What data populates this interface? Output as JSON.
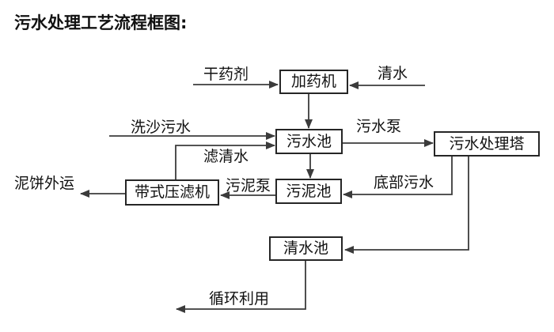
{
  "title": "污水处理工艺流程框图:",
  "colors": {
    "background": "#ffffff",
    "line": "#3b3b3b",
    "box_border": "#262626",
    "text": "#111111"
  },
  "nodes": {
    "dosing_machine": "加药机",
    "sewage_pool": "污水池",
    "treatment_tower": "污水处理塔",
    "sludge_pool": "污泥池",
    "belt_filter_press": "带式压滤机",
    "clean_water_pool": "清水池"
  },
  "flow_labels": {
    "dry_agent": "干药剂",
    "clean_water": "清水",
    "sand_washing_sewage": "洗沙污水",
    "sewage_pump": "污水泵",
    "filtered_water": "滤清水",
    "sludge_pump": "污泥泵",
    "bottom_sewage": "底部污水",
    "mud_cake_out": "泥饼外运",
    "recycle": "循环利用"
  },
  "edges": [
    {
      "from": "干药剂",
      "to": "加药机"
    },
    {
      "from": "清水",
      "to": "加药机"
    },
    {
      "from": "加药机",
      "to": "污水池"
    },
    {
      "from": "洗沙污水",
      "to": "污水池"
    },
    {
      "from": "带式压滤机",
      "to": "污水池",
      "label": "滤清水"
    },
    {
      "from": "污水池",
      "to": "污水处理塔",
      "label": "污水泵"
    },
    {
      "from": "污水池",
      "to": "污泥池"
    },
    {
      "from": "污水处理塔",
      "to": "污泥池",
      "label": "底部污水"
    },
    {
      "from": "污泥池",
      "to": "带式压滤机",
      "label": "污泥泵"
    },
    {
      "from": "带式压滤机",
      "to": "泥饼外运"
    },
    {
      "from": "污水处理塔",
      "to": "清水池"
    },
    {
      "from": "清水池",
      "to": "循环利用"
    }
  ]
}
